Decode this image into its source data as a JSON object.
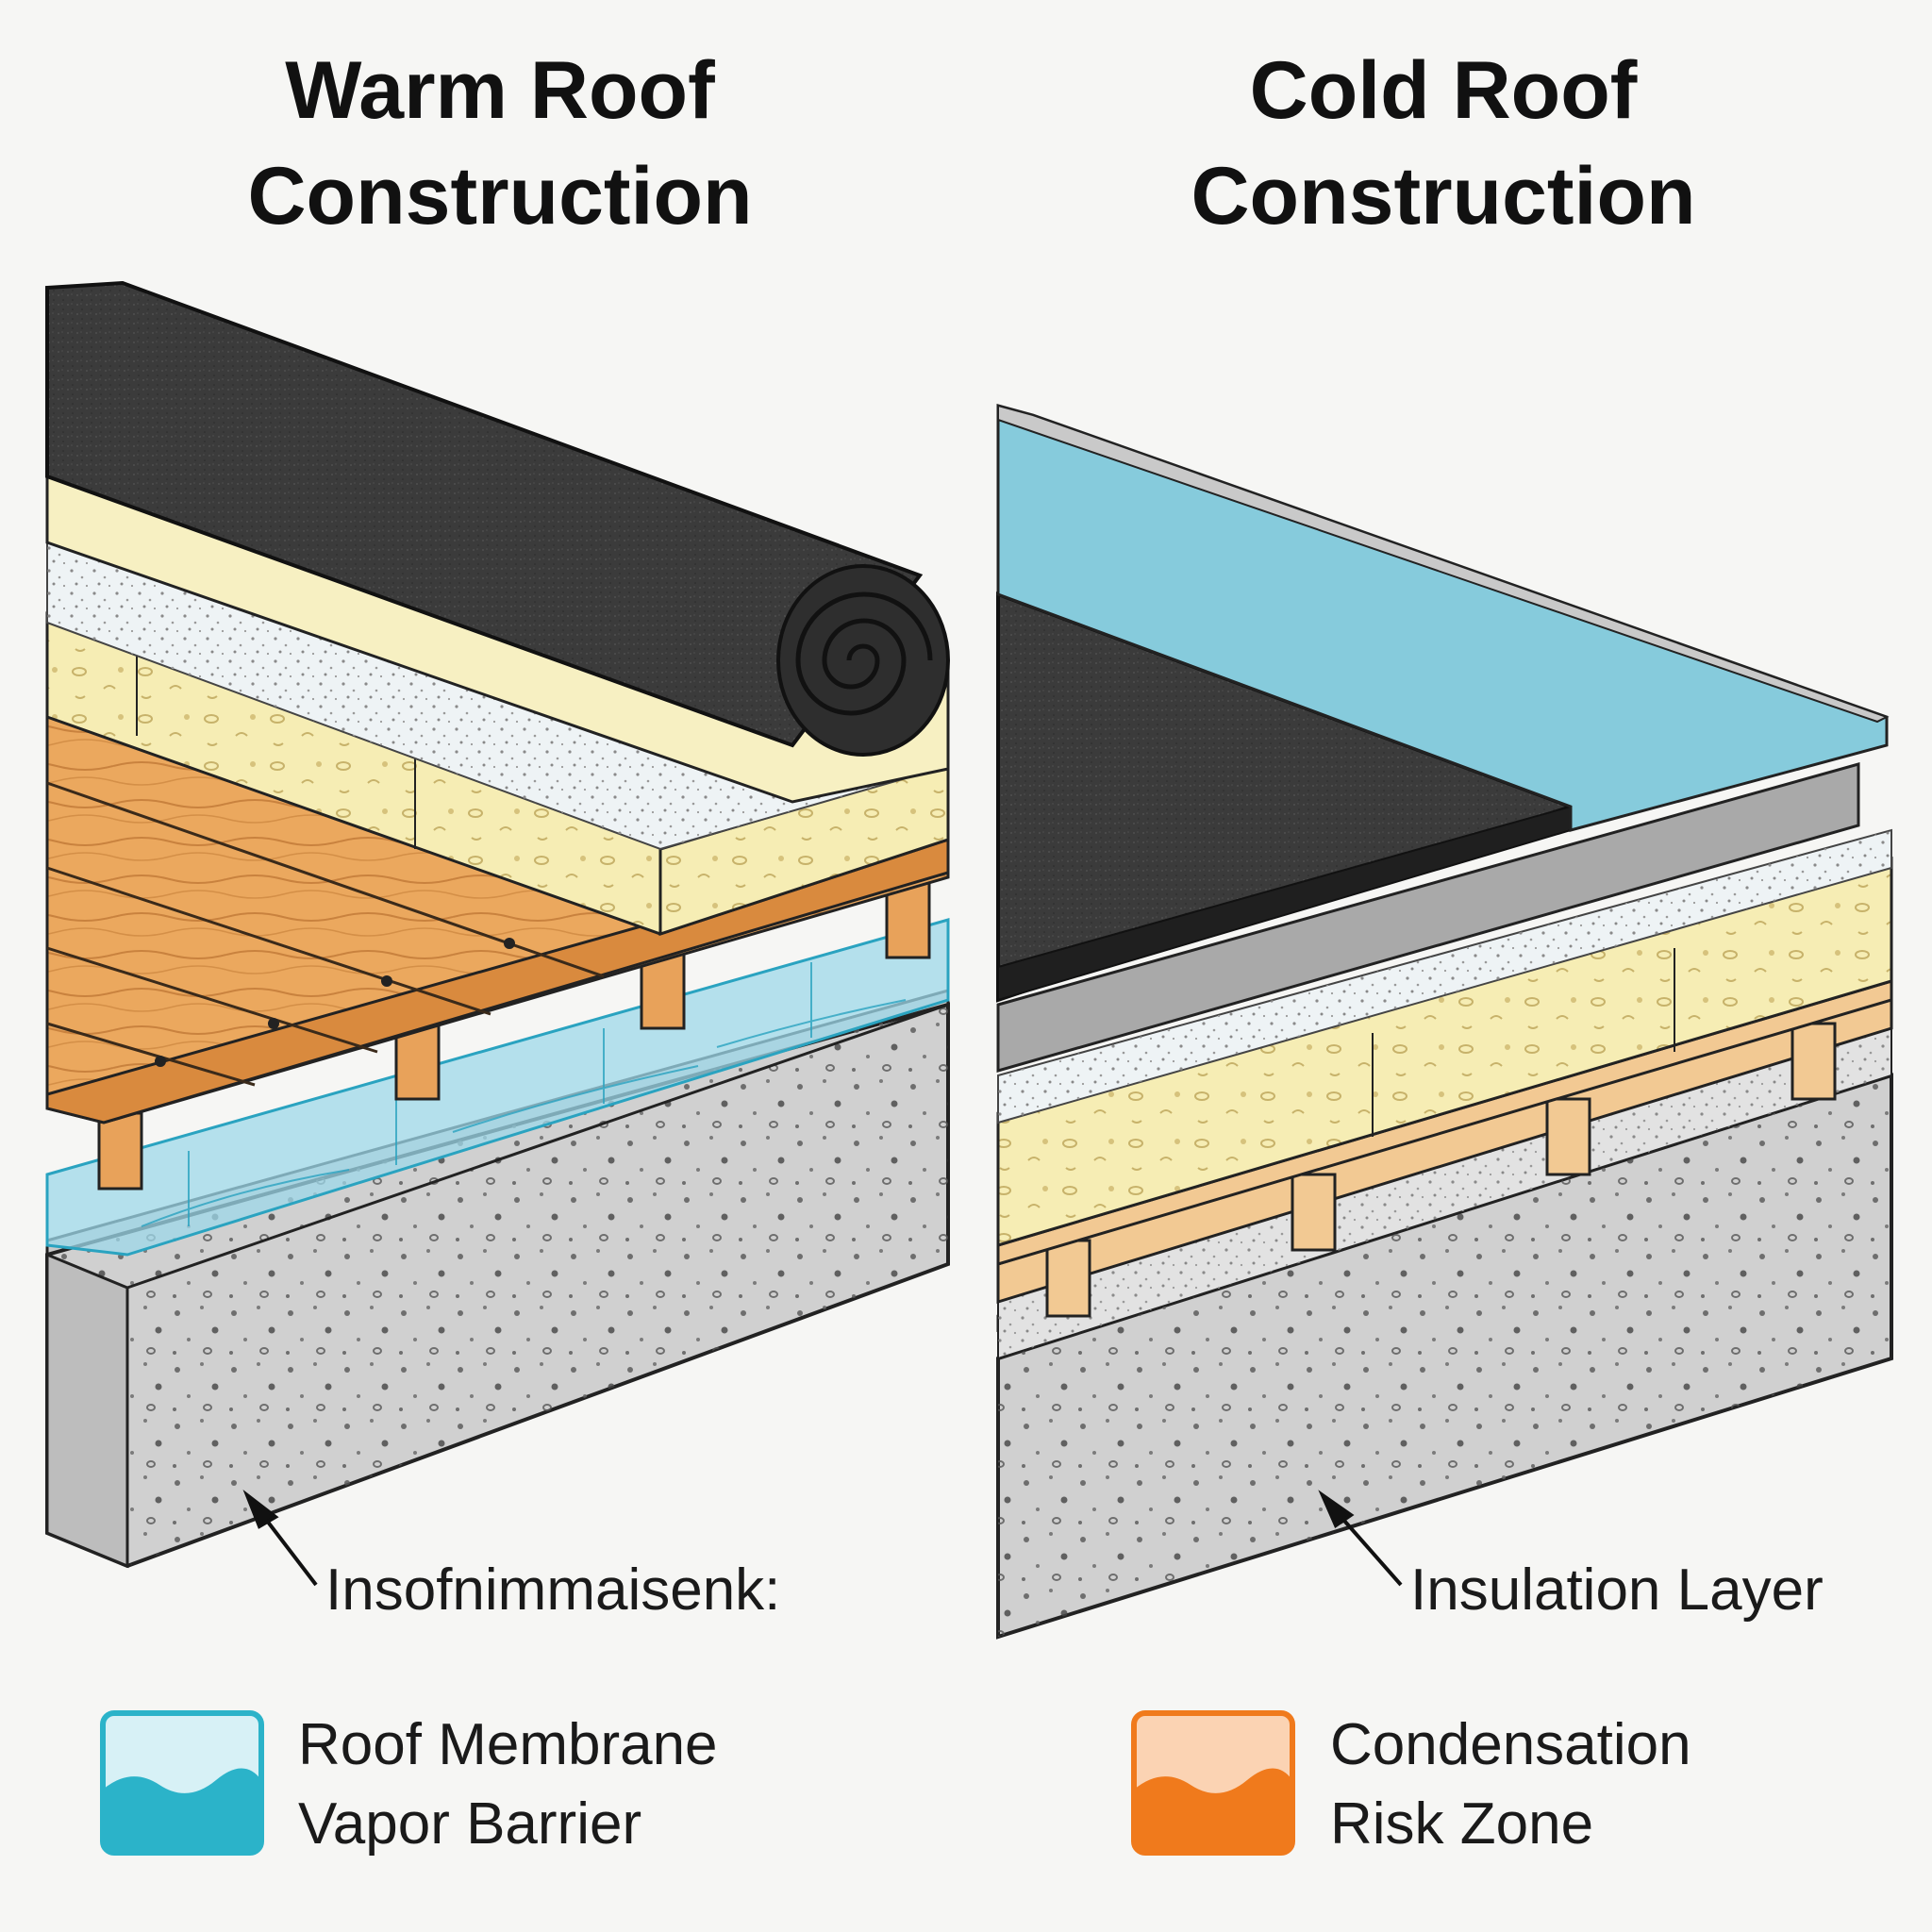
{
  "panels": {
    "warm": {
      "title_line1": "Warm Roof",
      "title_line2": "Construction",
      "callout": "Insofnimmaisenk:"
    },
    "cold": {
      "title_line1": "Cold Roof",
      "title_line2": "Construction",
      "callout": "Insulation Layer"
    }
  },
  "legend": {
    "membrane": {
      "line1": "Roof Membrane",
      "line2": "Vapor Barrier",
      "color": "#2bb3c9"
    },
    "condensation": {
      "line1": "Condensation",
      "line2": "Risk Zone",
      "color": "#f07a1c"
    }
  },
  "colors": {
    "membrane_dark": "#3a3a3a",
    "insulation": "#f6edb4",
    "timber": "#e8a25a",
    "concrete": "#cfcfcf",
    "vapor": "#9ed8ea"
  }
}
